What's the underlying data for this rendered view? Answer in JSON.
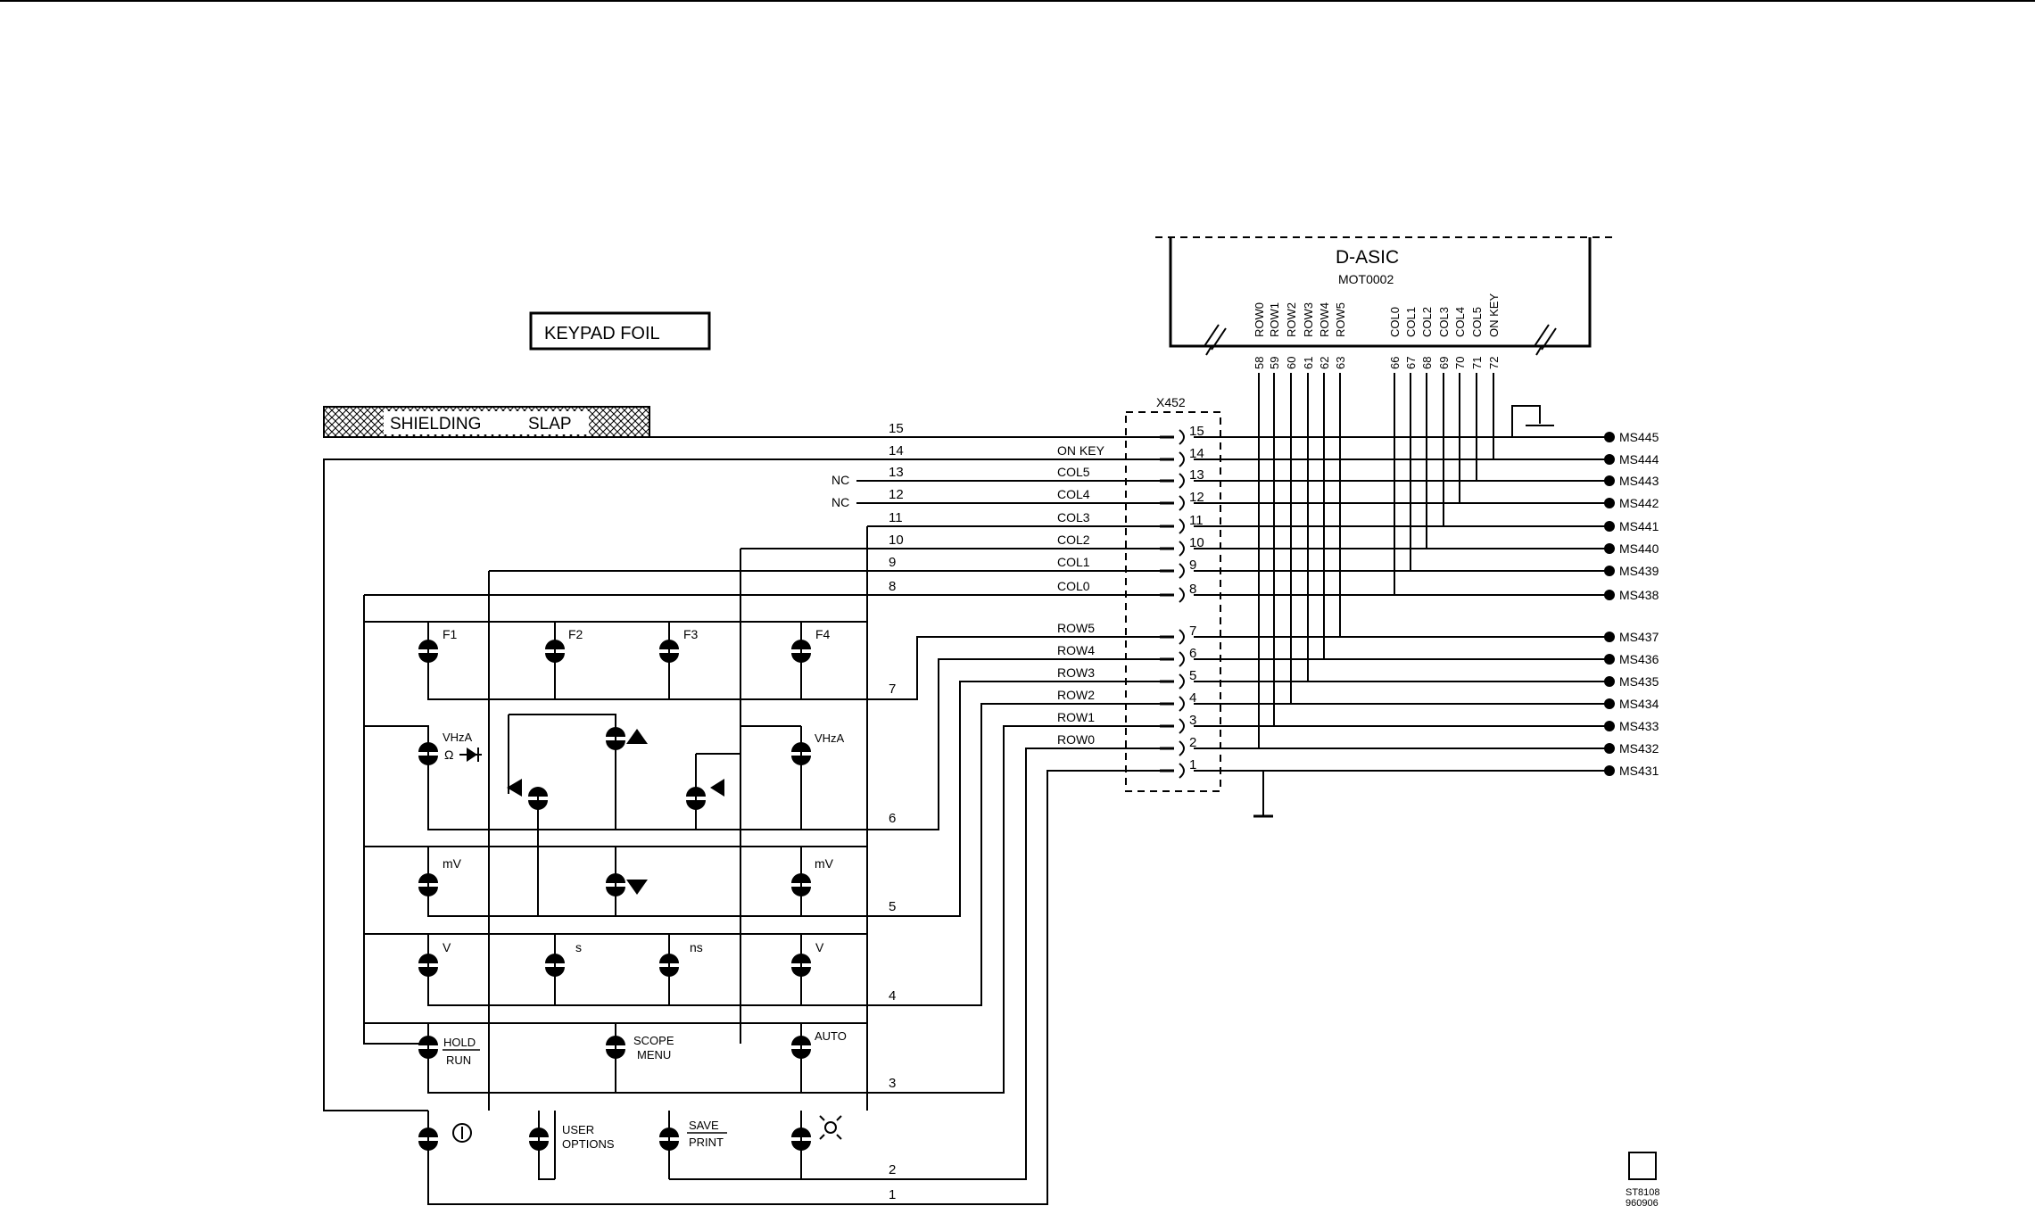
{
  "labels": {
    "keypad_foil": "KEYPAD FOIL",
    "shielding": "SHIELDING",
    "slap": "SLAP",
    "asic_title": "D-ASIC",
    "asic_part": "MOT0002",
    "connector": "X452",
    "nc": "NC",
    "drawing_id": "ST8108",
    "drawing_date": "960906"
  },
  "asic_pins": [
    {
      "name": "ROW0",
      "num": "58"
    },
    {
      "name": "ROW1",
      "num": "59"
    },
    {
      "name": "ROW2",
      "num": "60"
    },
    {
      "name": "ROW3",
      "num": "61"
    },
    {
      "name": "ROW4",
      "num": "62"
    },
    {
      "name": "ROW5",
      "num": "63"
    },
    {
      "name": "COL0",
      "num": "66"
    },
    {
      "name": "COL1",
      "num": "67"
    },
    {
      "name": "COL2",
      "num": "68"
    },
    {
      "name": "COL3",
      "num": "69"
    },
    {
      "name": "COL4",
      "num": "70"
    },
    {
      "name": "COL5",
      "num": "71"
    },
    {
      "name": "ON KEY",
      "num": "72"
    }
  ],
  "lines": [
    {
      "num": "15",
      "signal": "",
      "pin": "15",
      "ms": "MS445"
    },
    {
      "num": "14",
      "signal": "ON KEY",
      "pin": "14",
      "ms": "MS444"
    },
    {
      "num": "13",
      "signal": "COL5",
      "pin": "13",
      "ms": "MS443"
    },
    {
      "num": "12",
      "signal": "COL4",
      "pin": "12",
      "ms": "MS442"
    },
    {
      "num": "11",
      "signal": "COL3",
      "pin": "11",
      "ms": "MS441"
    },
    {
      "num": "10",
      "signal": "COL2",
      "pin": "10",
      "ms": "MS440"
    },
    {
      "num": "9",
      "signal": "COL1",
      "pin": "9",
      "ms": "MS439"
    },
    {
      "num": "8",
      "signal": "COL0",
      "pin": "8",
      "ms": "MS438"
    },
    {
      "num": "",
      "signal": "ROW5",
      "pin": "7",
      "ms": "MS437"
    },
    {
      "num": "",
      "signal": "ROW4",
      "pin": "6",
      "ms": "MS436"
    },
    {
      "num": "",
      "signal": "ROW3",
      "pin": "5",
      "ms": "MS435"
    },
    {
      "num": "",
      "signal": "ROW2",
      "pin": "4",
      "ms": "MS434"
    },
    {
      "num": "",
      "signal": "ROW1",
      "pin": "3",
      "ms": "MS433"
    },
    {
      "num": "",
      "signal": "ROW0",
      "pin": "2",
      "ms": "MS432"
    },
    {
      "num": "",
      "signal": "",
      "pin": "1",
      "ms": "MS431"
    }
  ],
  "row_line_nums": [
    "7",
    "6",
    "5",
    "4",
    "3",
    "2",
    "1"
  ],
  "keys": {
    "f1": "F1",
    "f2": "F2",
    "f3": "F3",
    "f4": "F4",
    "vhza_left": "VHzA",
    "ohm": "Ω",
    "vhza_right": "VHzA",
    "mv_left": "mV",
    "mv_right": "mV",
    "v_left": "V",
    "v_right": "V",
    "s": "s",
    "ns": "ns",
    "hold": "HOLD",
    "run": "RUN",
    "scope": "SCOPE",
    "menu": "MENU",
    "auto": "AUTO",
    "user": "USER",
    "options": "OPTIONS",
    "save": "SAVE",
    "print": "PRINT"
  }
}
